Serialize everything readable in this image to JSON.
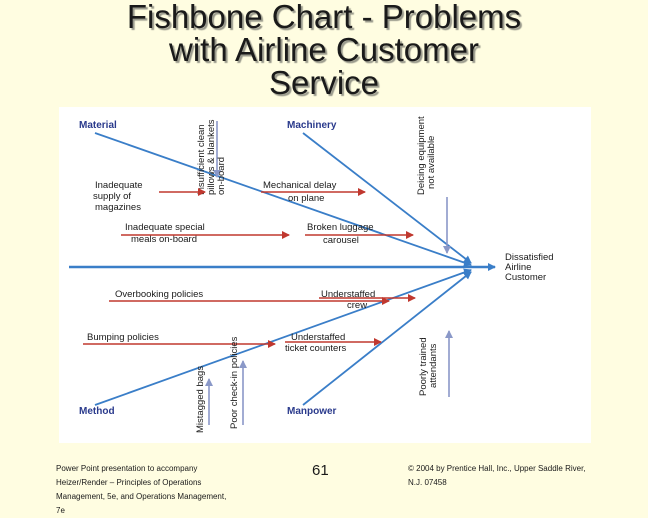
{
  "title": {
    "line1": "Fishbone Chart - Problems",
    "line2": "with Airline Customer",
    "line3": "Service"
  },
  "diagram": {
    "categories": {
      "material": "Material",
      "machinery": "Machinery",
      "method": "Method",
      "manpower": "Manpower"
    },
    "effect": [
      "Dissatisfied",
      "Airline",
      "Customer"
    ],
    "causes": {
      "pillows": [
        "Insufficient clean",
        "pillows & blankets",
        "on-board"
      ],
      "magazines": [
        "Inadequate",
        "supply of",
        "magazines"
      ],
      "meals": [
        "Inadequate special",
        "meals on-board"
      ],
      "deicing": [
        "Deicing equipment",
        "not available"
      ],
      "mech_delay": [
        "Mechanical delay",
        "on plane"
      ],
      "luggage": [
        "Broken luggage",
        "carousel"
      ],
      "overbooking": "Overbooking policies",
      "bumping": "Bumping policies",
      "misbags": "Mistagged bags",
      "checkin": "Poor check-in policies",
      "crew": [
        "Understaffed",
        "crew"
      ],
      "counters": [
        "Understaffed",
        "ticket counters"
      ],
      "attendants": [
        "Poorly trained",
        "attendants"
      ]
    },
    "colors": {
      "spine": "#3a7ec8",
      "category": "#2a3a8c",
      "cause_arrow": "#c0382f",
      "vertical_arrow": "#8a98c8"
    }
  },
  "footer": {
    "left": [
      "Power Point presentation to accompany",
      "Heizer/Render – Principles of Operations",
      "Management, 5e, and Operations Management,",
      "7e"
    ],
    "page_number": "61",
    "right": [
      "© 2004 by Prentice Hall, Inc.,  Upper Saddle River,",
      "N.J. 07458"
    ]
  }
}
